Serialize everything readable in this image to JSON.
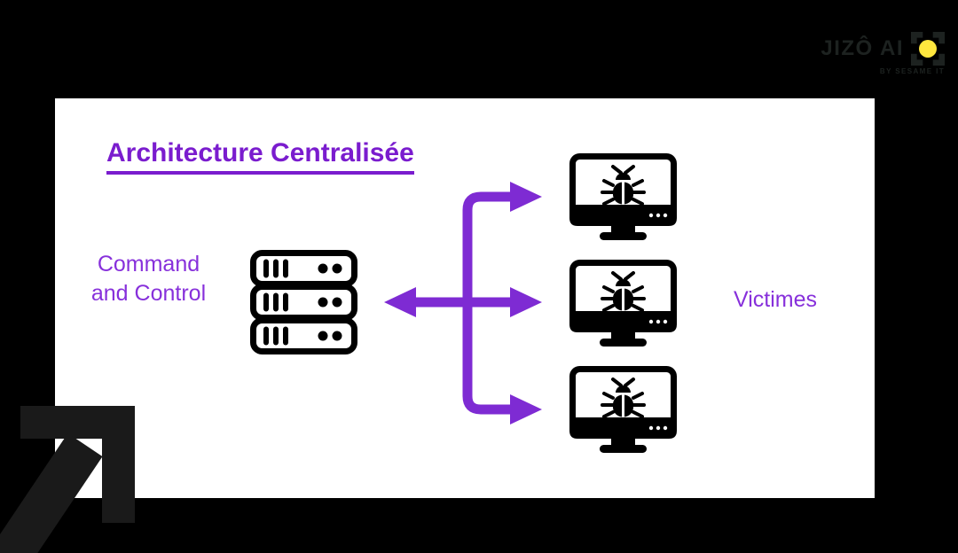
{
  "page": {
    "background_color": "#000000",
    "card_background": "#ffffff"
  },
  "logo": {
    "brand": "JIZÔ AI",
    "tagline": "BY SESAME IT",
    "text_color": "#1d2220",
    "accent_color": "#FFE73E",
    "icon": "viewfinder-brackets-yellow-dot"
  },
  "slide": {
    "title": "Architecture Centralisée",
    "title_color": "#7A1CCE"
  },
  "diagram": {
    "type": "centralized-botnet-architecture",
    "arrow_color": "#7E2BD3",
    "label_color": "#8730DB",
    "icon_color": "#000000",
    "command_control": {
      "line1": "Command",
      "line2": "and Control",
      "icon": "server-stack"
    },
    "victims": {
      "label": "Victimes",
      "count": 3,
      "icon": "monitor-with-bug",
      "malware_icon": "bug"
    },
    "connections": [
      {
        "from": "command-and-control-server",
        "to": "victim-1",
        "arrow": "to-victim"
      },
      {
        "from": "command-and-control-server",
        "to": "victim-2",
        "arrow": "bidirectional"
      },
      {
        "from": "command-and-control-server",
        "to": "victim-3",
        "arrow": "to-victim"
      }
    ]
  },
  "decoration": {
    "corner_arrow": "up-right-arrow",
    "corner_arrow_color": "#1a1a1a"
  }
}
